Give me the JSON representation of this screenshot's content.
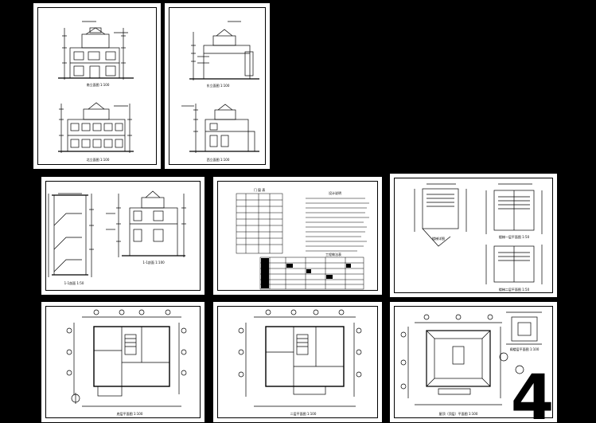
{
  "sheets": {
    "s1": {
      "caption_top": "南立面图 1:100",
      "caption_bottom": "北立面图 1:100"
    },
    "s2": {
      "caption_top": "东立面图 1:100",
      "caption_bottom": "西立面图 1:100"
    },
    "s3": {
      "caption_left": "1-1剖面 1:50",
      "caption_right": "1-1剖面 1:100"
    },
    "s4": {
      "table_title": "门 窗 表",
      "notes_title": "设计说明",
      "schedule_title": "工程做法表"
    },
    "s5": {
      "caption_top_left": "楼梯详图",
      "caption_right": "楼梯一层平面图 1:50",
      "caption_bottom": "楼梯二层平面图 1:50"
    },
    "s6": {
      "caption": "底层平面图 1:100"
    },
    "s7": {
      "caption": "二层平面图 1:100"
    },
    "s8": {
      "caption_main": "屋顶（顶层）平面图 1:100",
      "caption_small": "阁楼层平面图 1:100",
      "sheet_number": "4"
    }
  },
  "colors": {
    "background": "#000000",
    "sheet": "#ffffff",
    "ink": "#000000"
  }
}
